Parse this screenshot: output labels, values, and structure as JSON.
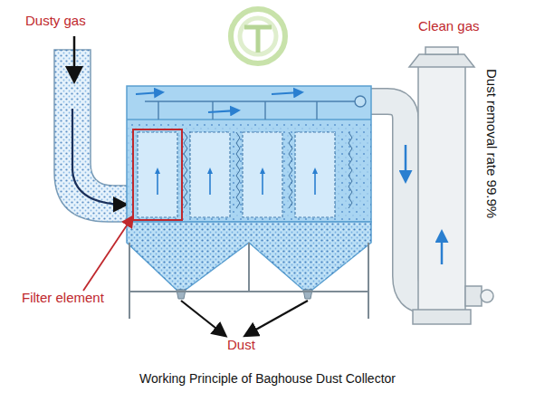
{
  "diagram": {
    "caption": "Working Principle of Baghouse Dust Collector",
    "labels": [
      "Dusty gas",
      "Clean gas",
      "Dust removal rate 99.9%",
      "Filter element",
      "Dust"
    ]
  }
}
